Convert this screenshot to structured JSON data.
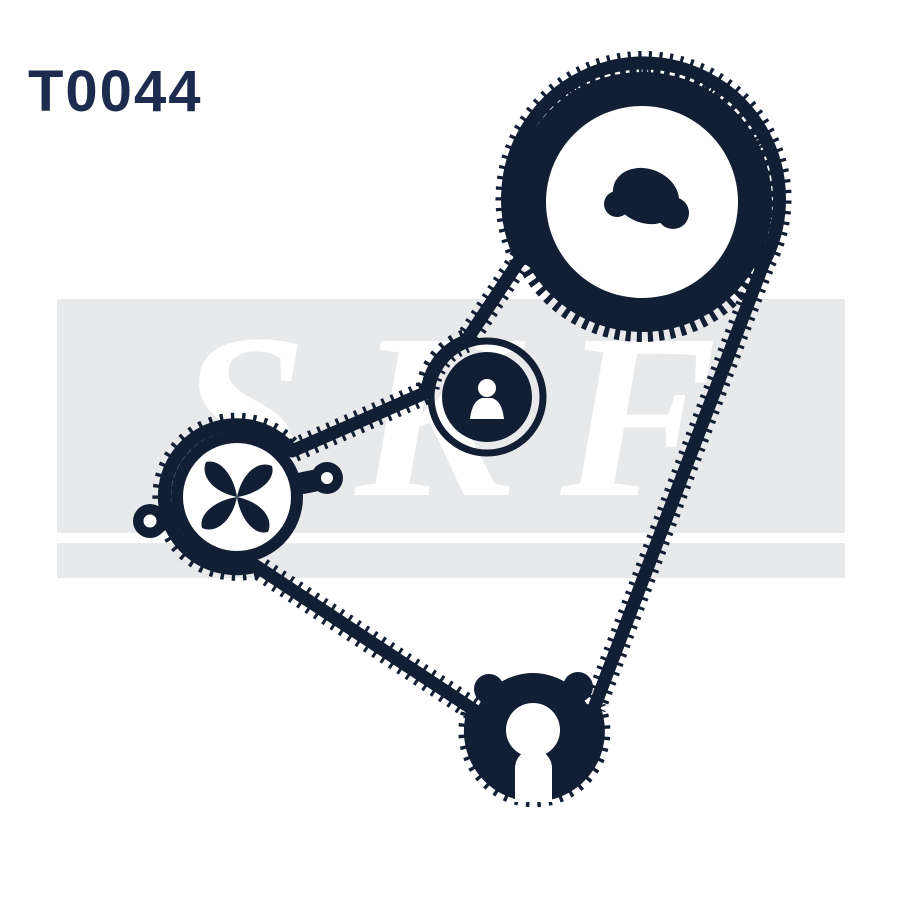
{
  "colors": {
    "ink": "#111e33",
    "band": "#e8e9eb",
    "watermark": "#ffffff",
    "title": "#1d2c4e",
    "paper": "#ffffff"
  },
  "header": {
    "part_code": "T0044"
  },
  "watermark": {
    "text": "SKF"
  },
  "diagram": {
    "components": [
      "timing-belt",
      "camshaft-sprocket",
      "tensioner-pulley",
      "water-pump",
      "crankshaft-sprocket"
    ]
  }
}
